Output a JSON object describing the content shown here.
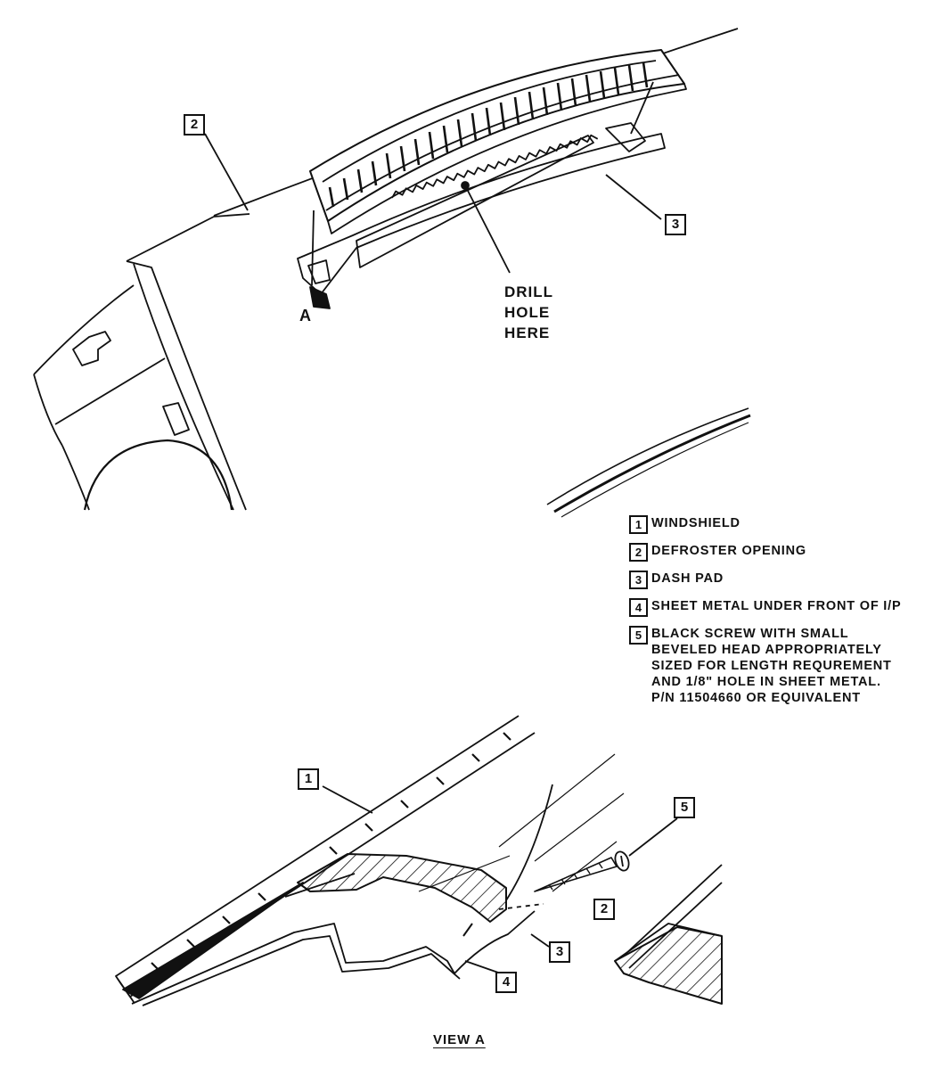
{
  "labels": {
    "view_marker": "A",
    "drill_note": "DRILL\nHOLE\nHERE",
    "view_caption": "VIEW A"
  },
  "callouts": {
    "top_2": "2",
    "top_3": "3",
    "view_1": "1",
    "view_2": "2",
    "view_3": "3",
    "view_4": "4",
    "view_5": "5"
  },
  "legend": [
    {
      "num": "1",
      "text": "WINDSHIELD"
    },
    {
      "num": "2",
      "text": "DEFROSTER OPENING"
    },
    {
      "num": "3",
      "text": "DASH PAD"
    },
    {
      "num": "4",
      "text": "SHEET METAL UNDER FRONT OF I/P"
    },
    {
      "num": "5",
      "text": "BLACK SCREW WITH SMALL\nBEVELED HEAD APPROPRIATELY\nSIZED FOR LENGTH REQUREMENT\nAND 1/8\" HOLE IN SHEET METAL.\nP/N 11504660 OR EQUIVALENT"
    }
  ]
}
